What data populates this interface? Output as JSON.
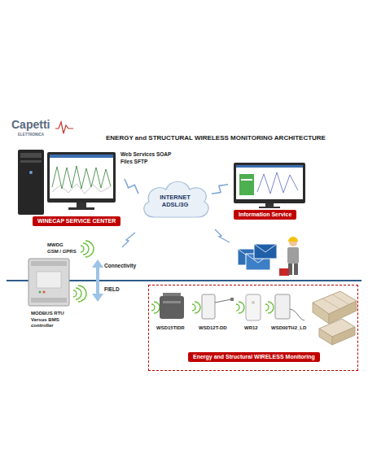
{
  "diagram": {
    "title": "ENERGY and STRUCTURAL WIRELESS MONITORING ARCHITECTURE",
    "nodes": [
      {
        "text": [
          "WINECAP SERVICE CENTER"
        ]
      },
      {
        "text": [
          "INTERNET ADSL/3G"
        ]
      },
      {
        "text": [
          "Information Service"
        ]
      },
      {
        "text": [
          "Energy and Structural WIRELESS Monitoring"
        ]
      }
    ],
    "edges": [
      {
        "from": 0,
        "to": 1,
        "arrow": "none"
      },
      {
        "from": 1,
        "to": 2,
        "arrow": "none"
      }
    ],
    "labels": [
      "Capetti",
      "ELETTRONICA",
      "Web Services SOAP",
      "Files SFTP",
      "MWDG",
      "GSM / GPRS",
      "Connectivity",
      "FIELD",
      "MODBUS RTU",
      "Versus BMS controller",
      "WSD15TIDR",
      "WSD12T-DD",
      "WR12",
      "WSD00TH2_LD"
    ]
  }
}
